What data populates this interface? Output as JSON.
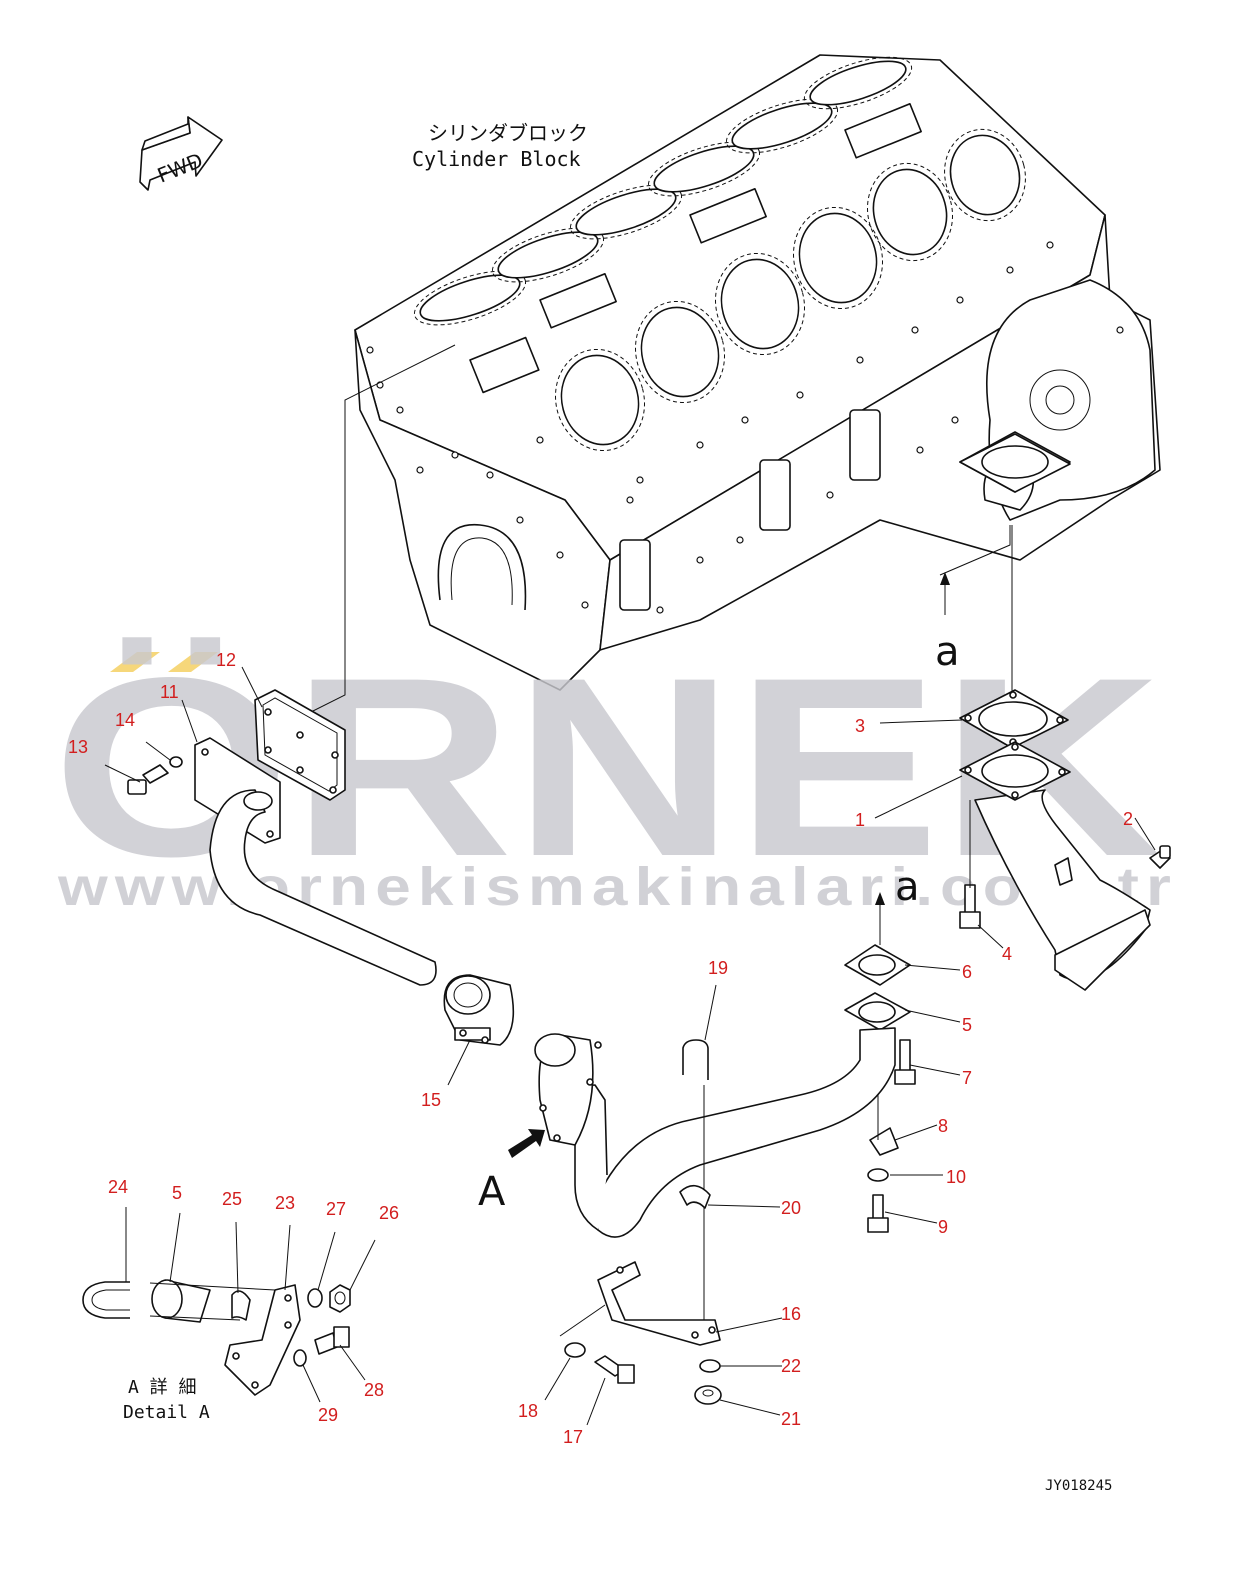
{
  "labels": {
    "cylinder_block_jp": "シリンダブロック",
    "cylinder_block_en": "Cylinder Block",
    "fwd": "FWD",
    "view_a_upper": "a",
    "view_a_lower": "a",
    "arrow_a": "A",
    "detail_jp": "A 詳 細",
    "detail_en": "Detail A",
    "drawing_code": "JY018245"
  },
  "watermark": {
    "letters": "ÖRNEK",
    "url": "www.ornekismakinalari.com.tr",
    "accent_color": "#f6d77a",
    "gray_color": "#c9c9cf"
  },
  "part_numbers": {
    "p1": "1",
    "p2": "2",
    "p3": "3",
    "p4": "4",
    "p5": "5",
    "p6": "6",
    "p7": "7",
    "p8": "8",
    "p9": "9",
    "p10": "10",
    "p11": "11",
    "p12": "12",
    "p13": "13",
    "p14": "14",
    "p15": "15",
    "p16": "16",
    "p17": "17",
    "p18": "18",
    "p19": "19",
    "p20": "20",
    "p21": "21",
    "p22": "22",
    "p23": "23",
    "p24": "24",
    "p5b": "5",
    "p25": "25",
    "p26": "26",
    "p27": "27",
    "p28": "28",
    "p29": "29"
  },
  "colors": {
    "part_number": "#d21e1e",
    "ink": "#111111"
  }
}
